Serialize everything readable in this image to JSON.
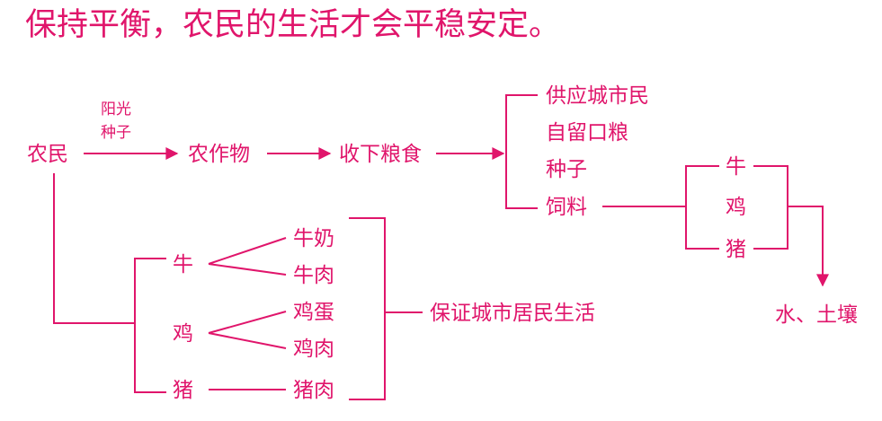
{
  "title": "保持平衡，农民的生活才会平稳安定。",
  "color": "#e0156b",
  "nodes": {
    "farmer": "农民",
    "sun": "阳光",
    "seed_input": "种子",
    "crops": "农作物",
    "harvest": "收下粮食",
    "supply_city": "供应城市民",
    "self_grain": "自留口粮",
    "seed_out": "种子",
    "feed": "饲料",
    "feed_cattle": "牛",
    "feed_chicken": "鸡",
    "feed_pig": "猪",
    "water_soil": "水、土壤",
    "cattle": "牛",
    "milk": "牛奶",
    "beef": "牛肉",
    "chicken": "鸡",
    "egg": "鸡蛋",
    "chicken_meat": "鸡肉",
    "pig": "猪",
    "pork": "猪肉",
    "city_life": "保证城市居民生活"
  }
}
